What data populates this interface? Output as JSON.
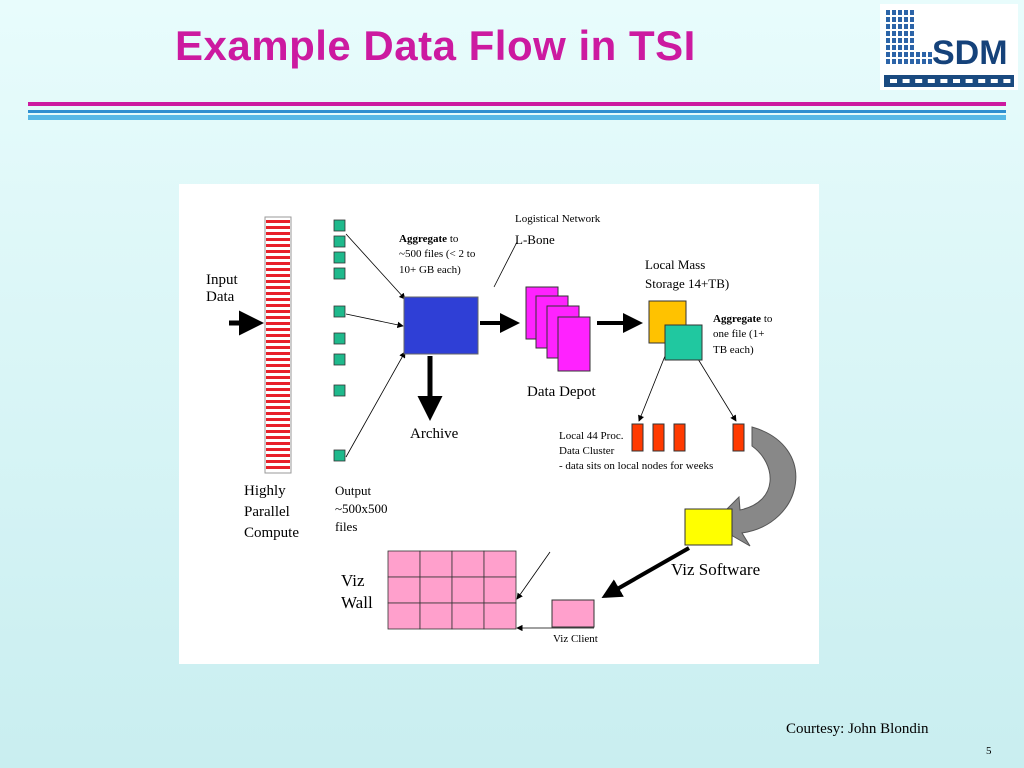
{
  "slide": {
    "title": "Example Data Flow in TSI",
    "courtesy": "Courtesy: John Blondin",
    "page_number": "5"
  },
  "logo": {
    "text": "SDM",
    "icon": "sdm-grid-logo"
  },
  "diagram": {
    "input_data": "Input\nData",
    "compute": "Highly\nParallel\nCompute",
    "output": "Output\n~500x500\nfiles",
    "aggregate1_bold": "Aggregate",
    "aggregate1_rest": " to\n~500 files (< 2 to\n10+ GB each)",
    "logistical_network": "Logistical Network",
    "lbone": "L-Bone",
    "archive": "Archive",
    "data_depot": "Data Depot",
    "local_mass_storage": "Local Mass\nStorage 14+TB)",
    "aggregate2_bold": "Aggregate",
    "aggregate2_rest": " to\none file (1+\nTB each)",
    "local_cluster": "Local 44 Proc.\nData Cluster\n- data sits on local nodes for weeks",
    "viz_software": "Viz Software",
    "viz_wall": "Viz\nWall",
    "viz_client": "Viz Client"
  },
  "colors": {
    "title": "#cc1aa0",
    "compute_stripes": "#e8202a",
    "output_files": "#1fb98c",
    "aggregator": "#2f3fd6",
    "depot": "#ff22ff",
    "storage": "#ffc200",
    "storage_front": "#20c8a0",
    "cluster_nodes": "#ff3a00",
    "viz_software": "#ffff00",
    "viz_wall": "#ffa0cc",
    "viz_client": "#ffa0cc"
  }
}
